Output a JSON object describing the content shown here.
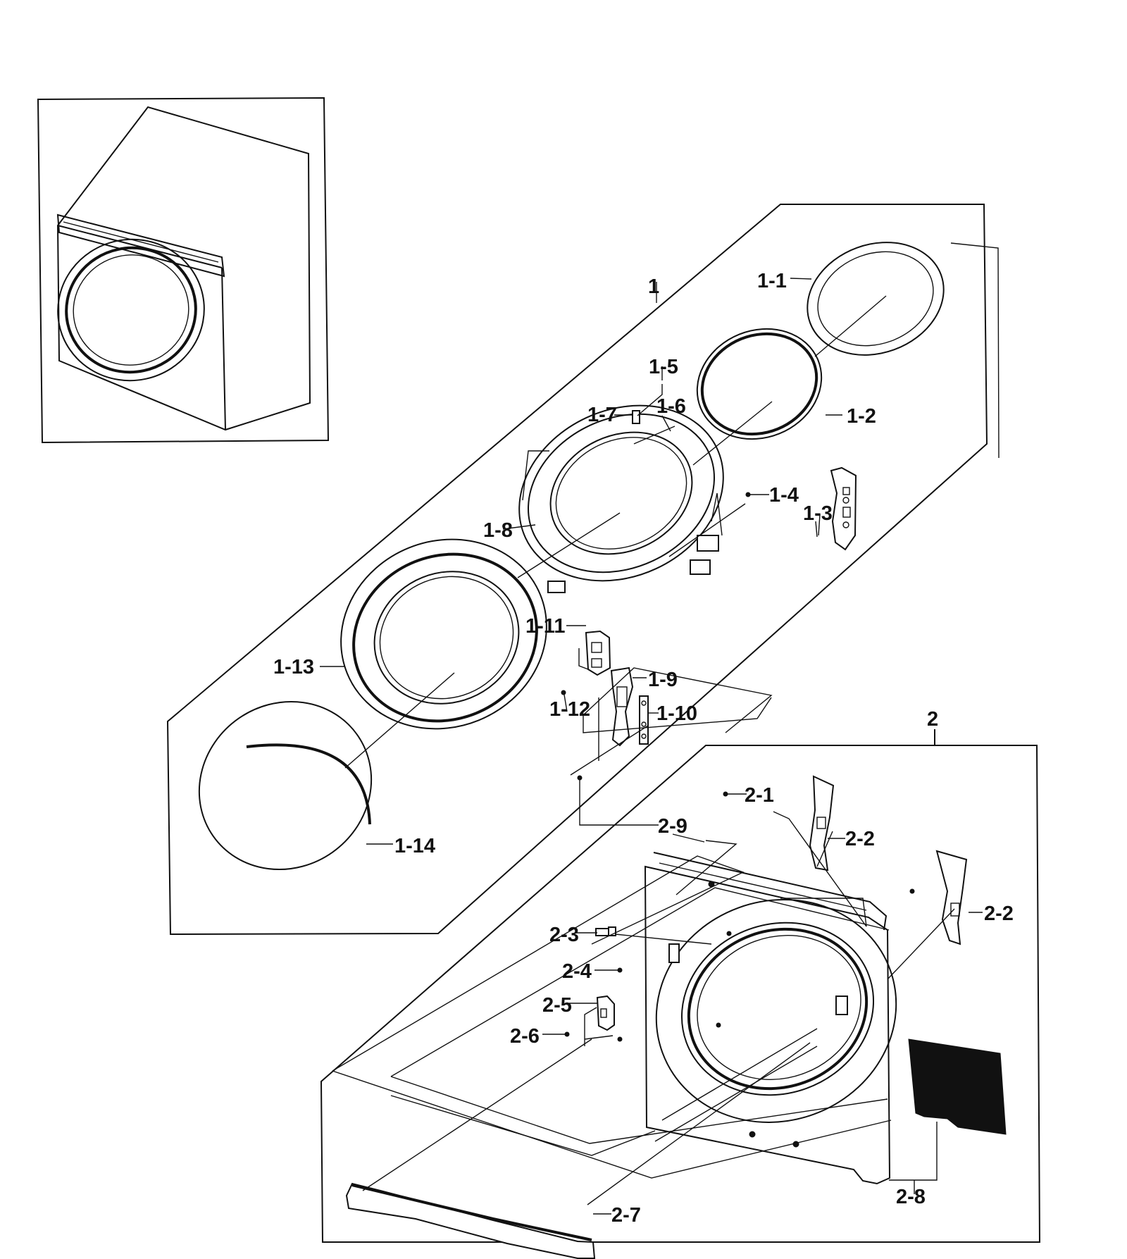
{
  "labels": {
    "p1": "1",
    "p1_1": "1-1",
    "p1_2": "1-2",
    "p1_3": "1-3",
    "p1_4": "1-4",
    "p1_5": "1-5",
    "p1_6": "1-6",
    "p1_7": "1-7",
    "p1_8": "1-8",
    "p1_9": "1-9",
    "p1_10": "1-10",
    "p1_11": "1-11",
    "p1_12": "1-12",
    "p1_13": "1-13",
    "p1_14": "1-14",
    "p2": "2",
    "p2_1": "2-1",
    "p2_2a": "2-2",
    "p2_2b": "2-2",
    "p2_3": "2-3",
    "p2_4": "2-4",
    "p2_5": "2-5",
    "p2_6": "2-6",
    "p2_7": "2-7",
    "p2_8": "2-8",
    "p2_9": "2-9"
  },
  "colors": {
    "ink": "#111111",
    "paper": "#ffffff"
  }
}
